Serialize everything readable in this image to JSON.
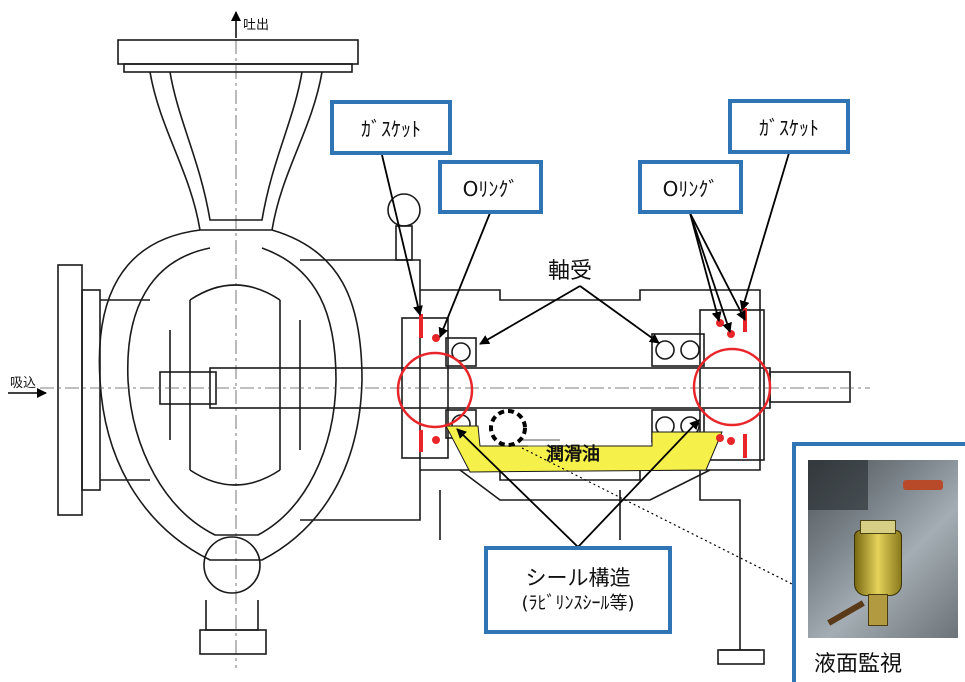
{
  "labels": {
    "discharge": "吐出",
    "suction": "吸込",
    "bearing": "軸受",
    "lubricating_oil": "潤滑油"
  },
  "callouts": {
    "gasket_left": "ｶﾞｽｹｯﾄ",
    "gasket_right": "ｶﾞｽｹｯﾄ",
    "oring_left": "Oﾘﾝｸﾞ",
    "oring_right": "Oﾘﾝｸﾞ",
    "seal_title": "シール構造",
    "seal_sub": "(ﾗﾋﾞﾘﾝｽｼｰﾙ等)"
  },
  "photo_caption": "液面監視",
  "colors": {
    "callout_border": "#2f75b5",
    "seal_circle": "#e8262a",
    "oil_fill": "#f5f04a",
    "drawing_line": "#1a1a1a"
  }
}
